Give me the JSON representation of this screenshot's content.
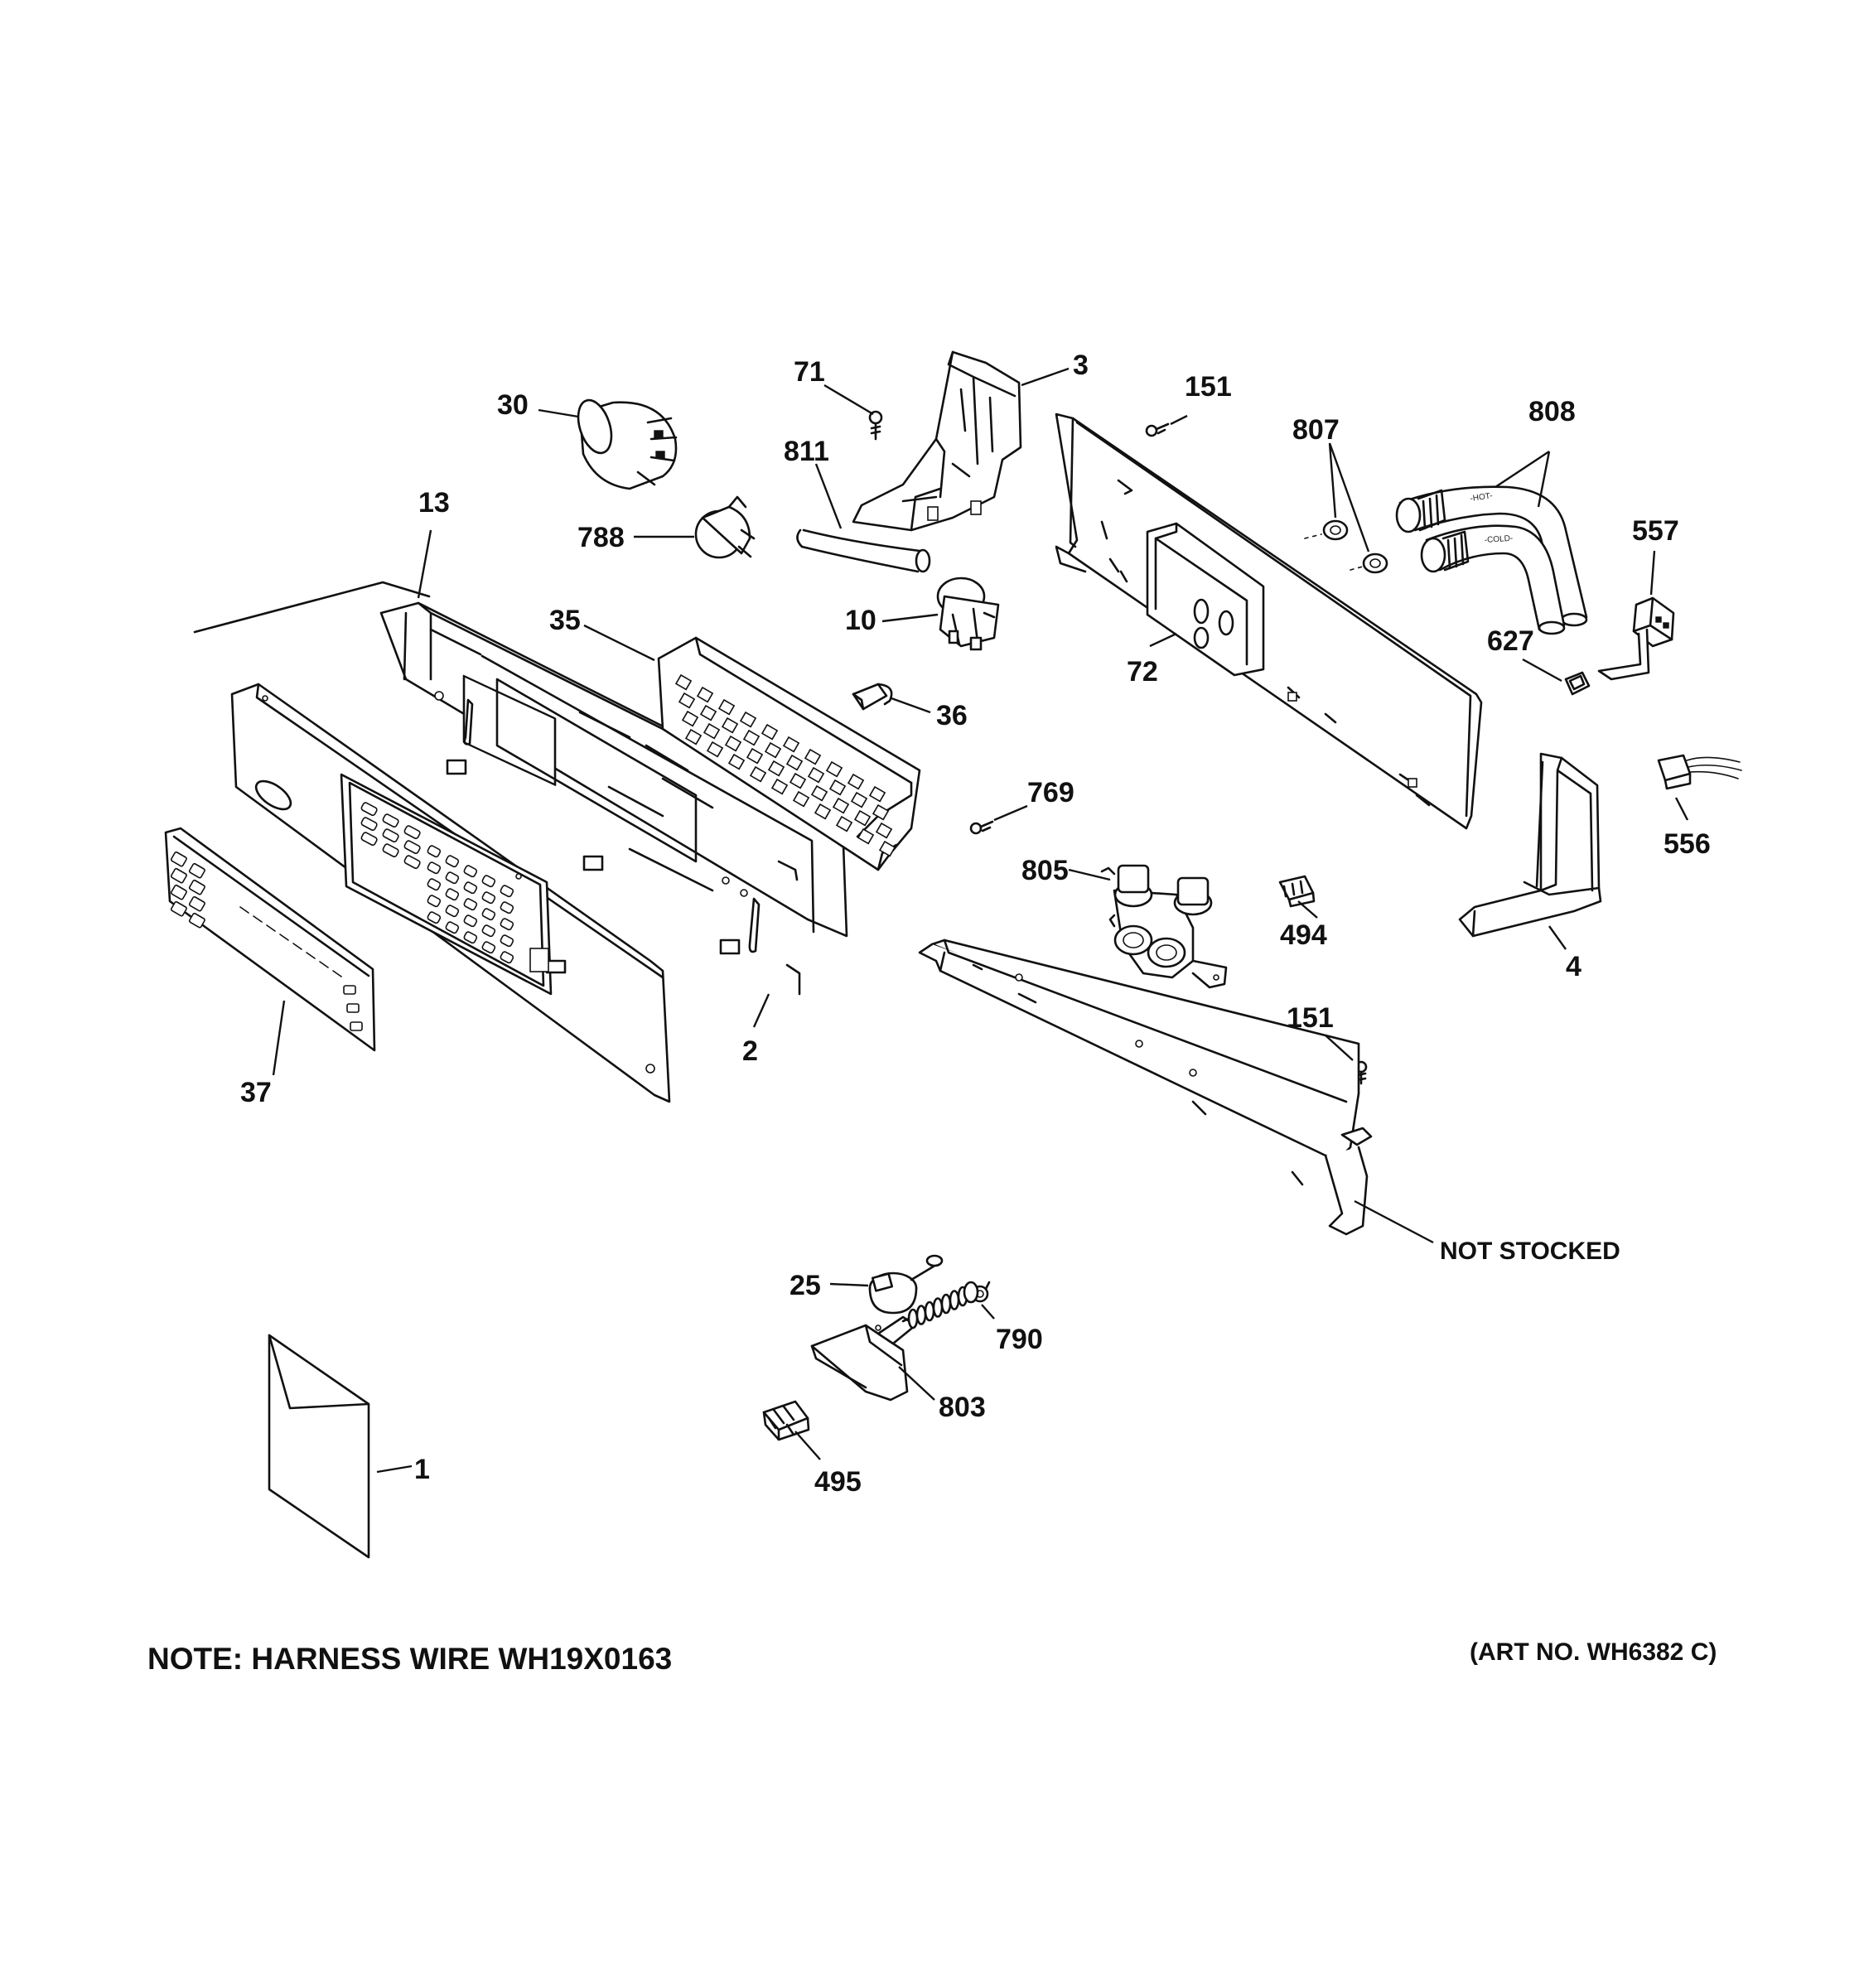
{
  "diagram": {
    "callouts": [
      {
        "id": "1",
        "label": "1"
      },
      {
        "id": "2",
        "label": "2"
      },
      {
        "id": "3",
        "label": "3"
      },
      {
        "id": "4",
        "label": "4"
      },
      {
        "id": "10",
        "label": "10"
      },
      {
        "id": "13",
        "label": "13"
      },
      {
        "id": "25",
        "label": "25"
      },
      {
        "id": "30",
        "label": "30"
      },
      {
        "id": "35",
        "label": "35"
      },
      {
        "id": "36",
        "label": "36"
      },
      {
        "id": "37",
        "label": "37"
      },
      {
        "id": "71",
        "label": "71"
      },
      {
        "id": "72",
        "label": "72"
      },
      {
        "id": "151a",
        "label": "151"
      },
      {
        "id": "151b",
        "label": "151"
      },
      {
        "id": "494",
        "label": "494"
      },
      {
        "id": "495",
        "label": "495"
      },
      {
        "id": "556",
        "label": "556"
      },
      {
        "id": "557",
        "label": "557"
      },
      {
        "id": "627",
        "label": "627"
      },
      {
        "id": "769",
        "label": "769"
      },
      {
        "id": "788",
        "label": "788"
      },
      {
        "id": "790",
        "label": "790"
      },
      {
        "id": "803",
        "label": "803"
      },
      {
        "id": "805",
        "label": "805"
      },
      {
        "id": "807",
        "label": "807"
      },
      {
        "id": "808",
        "label": "808"
      },
      {
        "id": "811",
        "label": "811"
      },
      {
        "id": "not-stocked",
        "label": "NOT STOCKED"
      }
    ],
    "hose_labels": {
      "hot": "-HOT-",
      "cold": "-COLD-"
    },
    "note": "NOTE: HARNESS WIRE WH19X0163",
    "art_number": "(ART NO. WH6382 C)"
  }
}
